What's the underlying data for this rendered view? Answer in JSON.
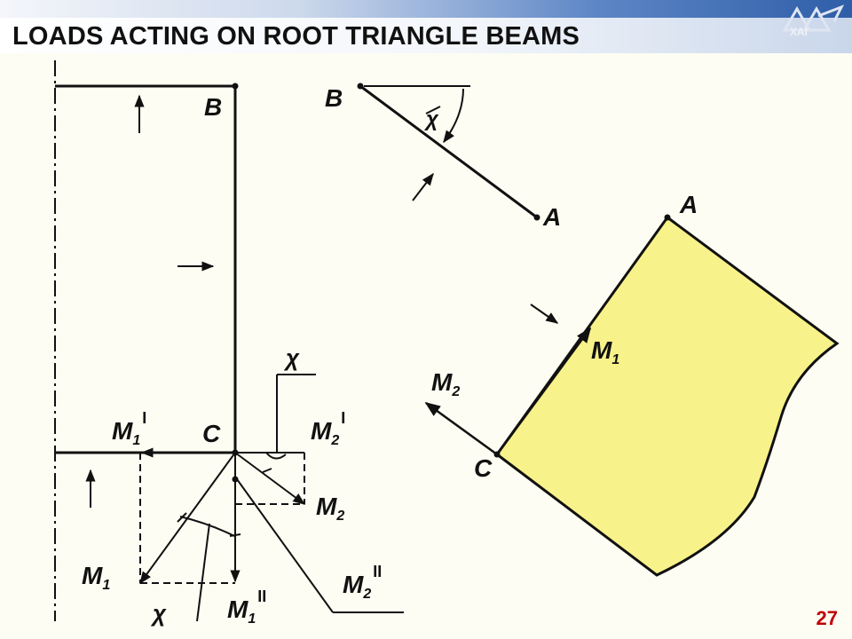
{
  "slide": {
    "title": "LOADS ACTING ON ROOT TRIANGLE BEAMS",
    "page_number": "27",
    "logo_text": "ХАІ"
  },
  "diagram": {
    "point_labels": {
      "B_left": "B",
      "C_left": "C",
      "B_top": "B",
      "A_top": "A",
      "A_right": "A",
      "C_right": "C"
    },
    "moment_labels": {
      "m1_prime": "M",
      "m1_prime_sub": "1",
      "m1_prime_sup": "I",
      "m2_prime": "M",
      "m2_prime_sub": "2",
      "m2_prime_sup": "I",
      "m1": "M",
      "m1_sub": "1",
      "m2": "M",
      "m2_sub": "2",
      "m1_dbl": "M",
      "m1_dbl_sub": "1",
      "m1_dbl_sup": "II",
      "m2_dbl": "M",
      "m2_dbl_sub": "2",
      "m2_dbl_sup": "II",
      "m1_right": "M",
      "m1_right_sub": "1",
      "m2_right": "M",
      "m2_right_sub": "2"
    },
    "angle_labels": {
      "chi_top": "χ",
      "chi_mid": "χ",
      "chi_bottom": "χ"
    },
    "colors": {
      "line": "#111111",
      "panel_fill": "#f8f28a",
      "background": "#fdfdf3",
      "page_number": "#c00000"
    }
  }
}
